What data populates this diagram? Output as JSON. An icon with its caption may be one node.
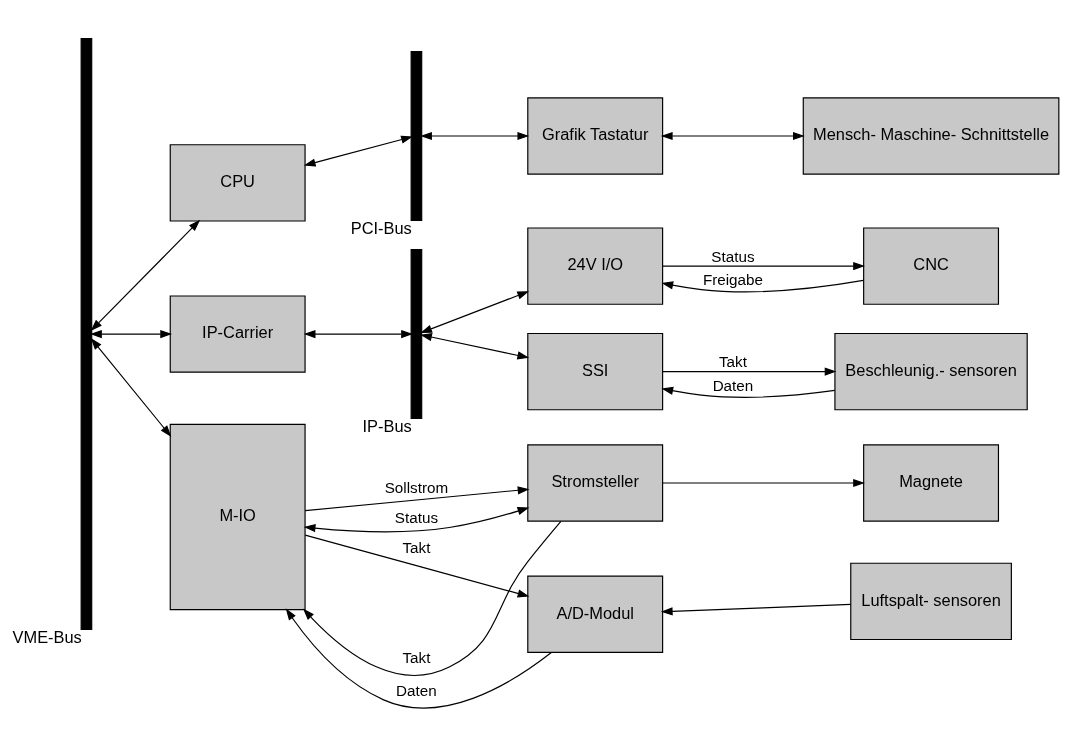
{
  "diagram": {
    "nodes": [
      {
        "text": [
          "VME-Bus"
        ]
      },
      {
        "text": [
          "CPU"
        ]
      },
      {
        "text": [
          "PCI-Bus"
        ]
      },
      {
        "text": [
          "Grafik Tastatur"
        ]
      },
      {
        "text": [
          "Mensch- Maschine- Schnittstelle"
        ]
      },
      {
        "text": [
          "IP-Bus"
        ]
      },
      {
        "text": [
          "24V I/O"
        ]
      },
      {
        "text": [
          "CNC"
        ]
      },
      {
        "text": [
          "IP-Carrier"
        ]
      },
      {
        "text": [
          "SSI"
        ]
      },
      {
        "text": [
          "Beschleunig.- sensoren"
        ]
      },
      {
        "text": [
          "M-IO"
        ]
      },
      {
        "text": [
          "Stromsteller"
        ]
      },
      {
        "text": [
          "Magnete"
        ]
      },
      {
        "text": [
          "A/D-Modul"
        ]
      },
      {
        "text": [
          "Luftspalt- sensoren"
        ]
      }
    ],
    "edges": [
      {
        "from": 0,
        "to": 1,
        "arrow": "both"
      },
      {
        "from": 1,
        "to": 2,
        "arrow": "both"
      },
      {
        "from": 2,
        "to": 3,
        "arrow": "both"
      },
      {
        "from": 3,
        "to": 4,
        "arrow": "both"
      },
      {
        "from": 0,
        "to": 8,
        "arrow": "both"
      },
      {
        "from": 8,
        "to": 5,
        "arrow": "both"
      },
      {
        "from": 5,
        "to": 6,
        "arrow": "both"
      },
      {
        "from": 5,
        "to": 9,
        "arrow": "both"
      },
      {
        "from": 6,
        "to": 7,
        "arrow": "to",
        "label": "Status"
      },
      {
        "from": 7,
        "to": 6,
        "arrow": "to",
        "label": "Freigabe"
      },
      {
        "from": 9,
        "to": 10,
        "arrow": "to",
        "label": "Takt"
      },
      {
        "from": 10,
        "to": 9,
        "arrow": "to",
        "label": "Daten"
      },
      {
        "from": 0,
        "to": 11,
        "arrow": "both"
      },
      {
        "from": 11,
        "to": 12,
        "arrow": "to",
        "label": "Sollstrom"
      },
      {
        "from": 11,
        "to": 12,
        "arrow": "both",
        "label": "Status"
      },
      {
        "from": 12,
        "to": 11,
        "arrow": "to",
        "label": "Takt"
      },
      {
        "from": 12,
        "to": 13,
        "arrow": "to"
      },
      {
        "from": 11,
        "to": 14,
        "arrow": "to",
        "label": "Takt"
      },
      {
        "from": 14,
        "to": 11,
        "arrow": "to",
        "label": "Daten"
      },
      {
        "from": 15,
        "to": 14,
        "arrow": "to"
      }
    ]
  }
}
